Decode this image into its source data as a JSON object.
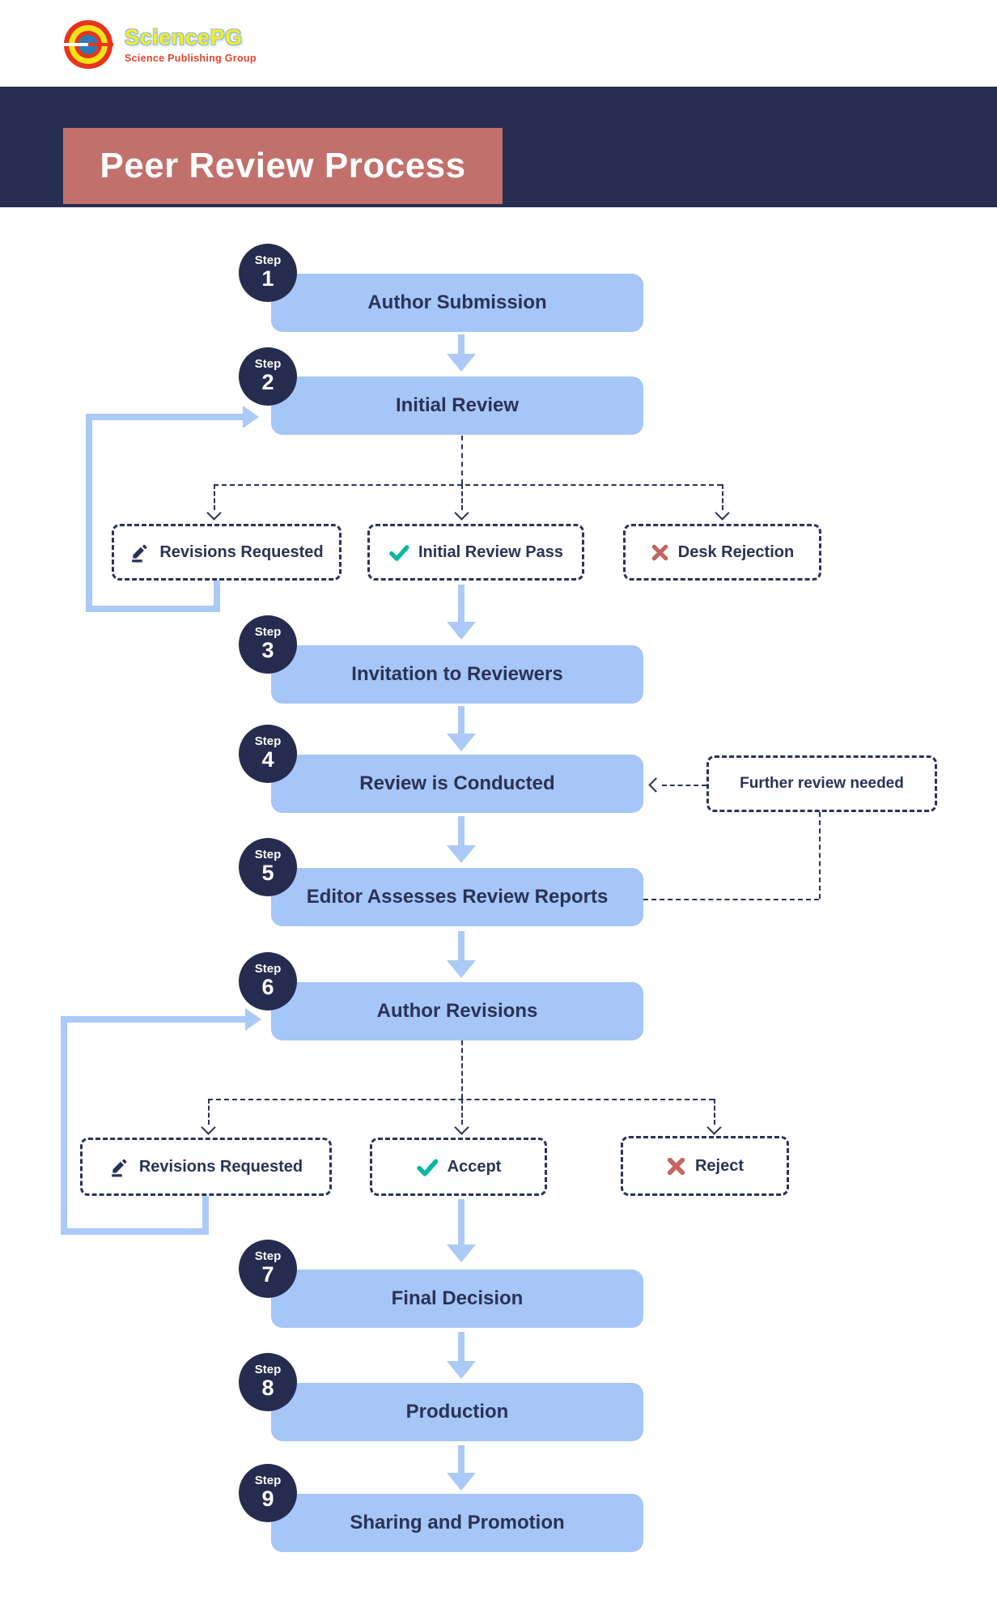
{
  "logo": {
    "brand": "SciencePG",
    "tagline": "Science Publishing Group",
    "icon": "concentric-circles-logo"
  },
  "header": {
    "title": "Peer Review Process"
  },
  "steps": [
    {
      "label": "Step",
      "number": "1",
      "title": "Author Submission"
    },
    {
      "label": "Step",
      "number": "2",
      "title": "Initial Review"
    },
    {
      "label": "Step",
      "number": "3",
      "title": "Invitation to Reviewers"
    },
    {
      "label": "Step",
      "number": "4",
      "title": "Review is Conducted"
    },
    {
      "label": "Step",
      "number": "5",
      "title": "Editor Assesses Review Reports"
    },
    {
      "label": "Step",
      "number": "6",
      "title": "Author Revisions"
    },
    {
      "label": "Step",
      "number": "7",
      "title": "Final Decision"
    },
    {
      "label": "Step",
      "number": "8",
      "title": "Production"
    },
    {
      "label": "Step",
      "number": "9",
      "title": "Sharing and Promotion"
    }
  ],
  "initial_review_outcomes": [
    {
      "icon": "pen-icon",
      "label": "Revisions Requested"
    },
    {
      "icon": "check-icon",
      "label": "Initial Review Pass"
    },
    {
      "icon": "cross-icon",
      "label": "Desk Rejection"
    }
  ],
  "author_revision_outcomes": [
    {
      "icon": "pen-icon",
      "label": "Revisions Requested"
    },
    {
      "icon": "check-icon",
      "label": "Accept"
    },
    {
      "icon": "cross-icon",
      "label": "Reject"
    }
  ],
  "annotations": {
    "further_review": "Further review needed"
  },
  "colors": {
    "navy": "#272e52",
    "text_navy": "#2b3257",
    "box_blue": "#a5c6f7",
    "arrow_blue": "#abcaf7",
    "title_rose": "#c2706c",
    "check_teal": "#0fb5a3",
    "cross_red": "#c4665f",
    "logo_red": "#e8341c",
    "logo_yellow": "#f4e417",
    "logo_blue": "#2d7cb5"
  }
}
